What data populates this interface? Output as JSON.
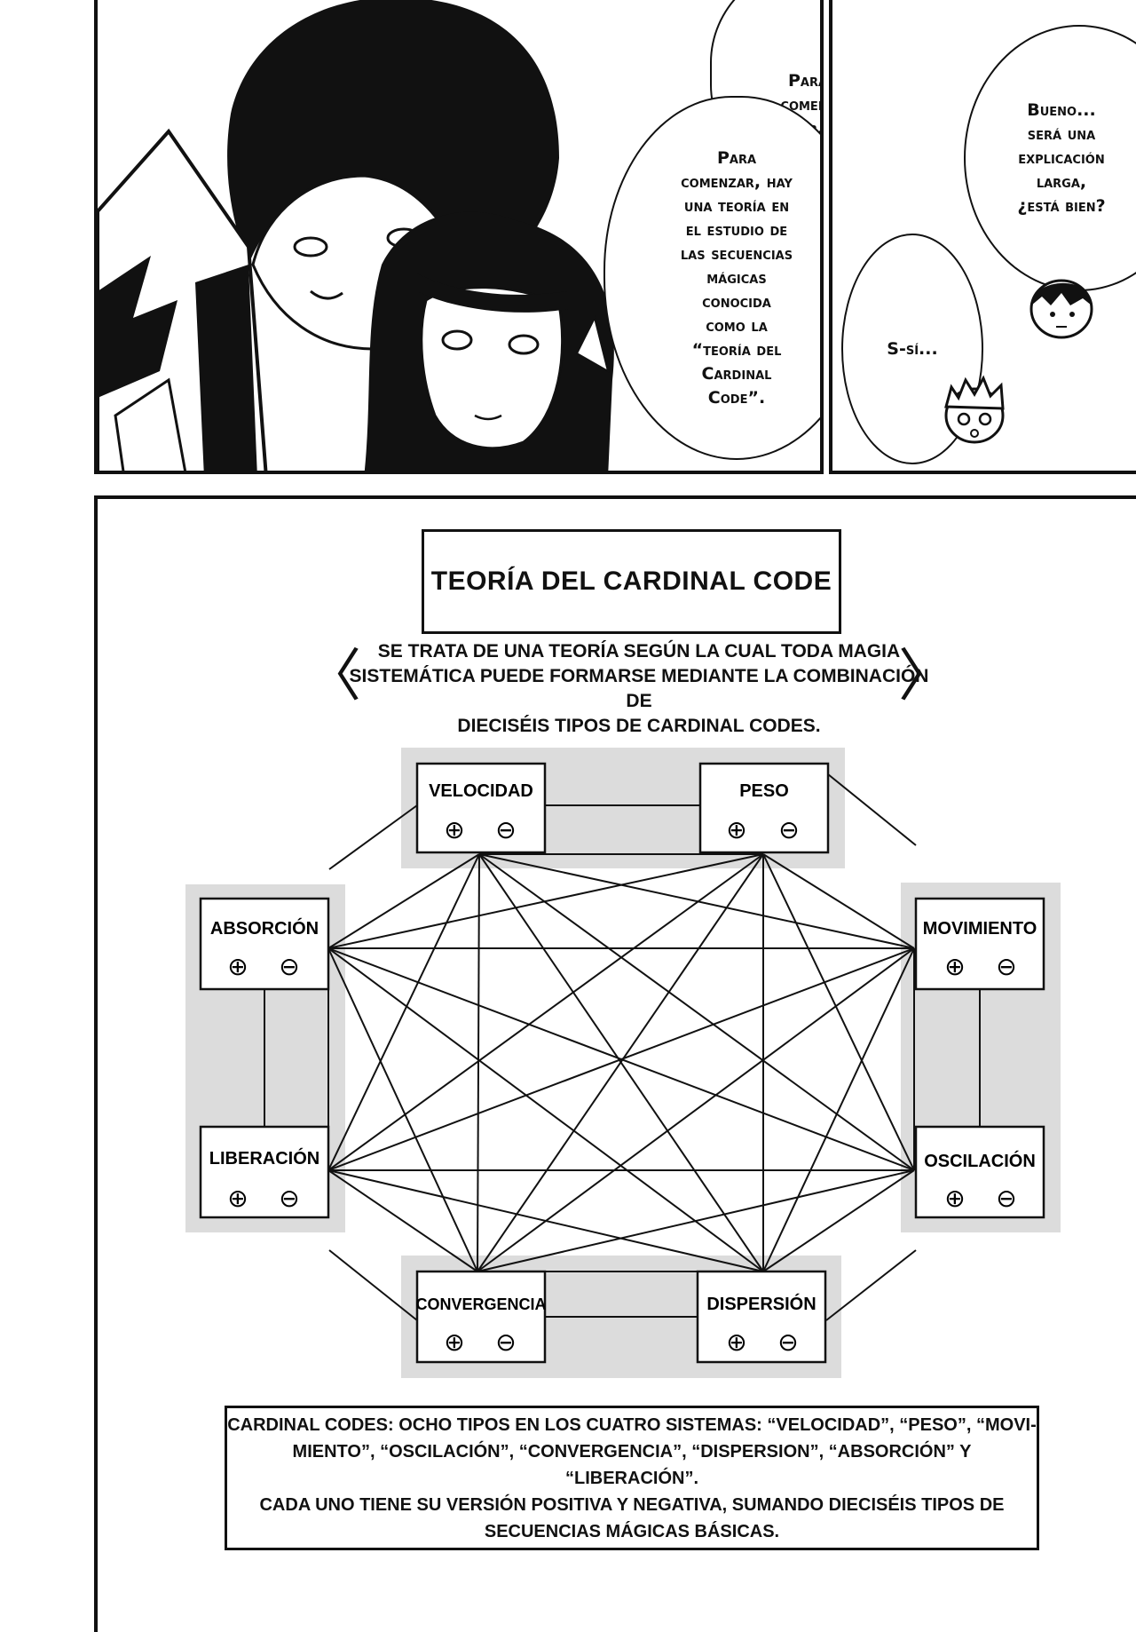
{
  "top_left_panel": {
    "bubble_1": "Para\ncomen-\nzar,",
    "bubble_2": "Para\ncomenzar, hay\nuna teoría en\nel estudio de\nlas secuencias\nmágicas\nconocida\ncomo la\n“teoría del\nCardinal\nCode”."
  },
  "top_right_panel": {
    "bubble_1": "Bueno...\nserá una\nexplicación\nlarga,\n¿está bien?",
    "bubble_2": "S-sí..."
  },
  "diagram": {
    "title": "TEORÍA DEL CARDINAL CODE",
    "description": "SE TRATA DE UNA TEORÍA SEGÚN LA CUAL TODA MAGIA\nSISTEMÁTICA PUEDE FORMARSE MEDIANTE LA COMBINACIÓN DE\nDIECISÉIS TIPOS DE CARDINAL CODES.",
    "bracket_left": "〈",
    "bracket_right": "〉",
    "plus_symbol": "⊕",
    "minus_symbol": "⊖",
    "nodes": [
      {
        "id": "velocidad",
        "label": "VELOCIDAD"
      },
      {
        "id": "peso",
        "label": "PESO"
      },
      {
        "id": "movimiento",
        "label": "MOVIMIENTO"
      },
      {
        "id": "oscilacion",
        "label": "OSCILACIÓN"
      },
      {
        "id": "dispersion",
        "label": "DISPERSIÓN"
      },
      {
        "id": "convergencia",
        "label": "CONVERGENCIA"
      },
      {
        "id": "liberacion",
        "label": "LIBERACIÓN"
      },
      {
        "id": "absorcion",
        "label": "ABSORCIÓN"
      }
    ],
    "note": "CARDINAL CODES: OCHO TIPOS EN LOS CUATRO SISTEMAS: “VELOCIDAD”, “PESO”, “MOVI-\nMIENTO”, “OSCILACIÓN”, “CONVERGENCIA”, “DISPERSION”, “ABSORCIÓN” Y “LIBERACIÓN”.\nCADA UNO TIENE SU VERSIÓN POSITIVA Y NEGATIVA, SUMANDO DIECISÉIS TIPOS DE\nSECUENCIAS MÁGICAS BÁSICAS."
  }
}
